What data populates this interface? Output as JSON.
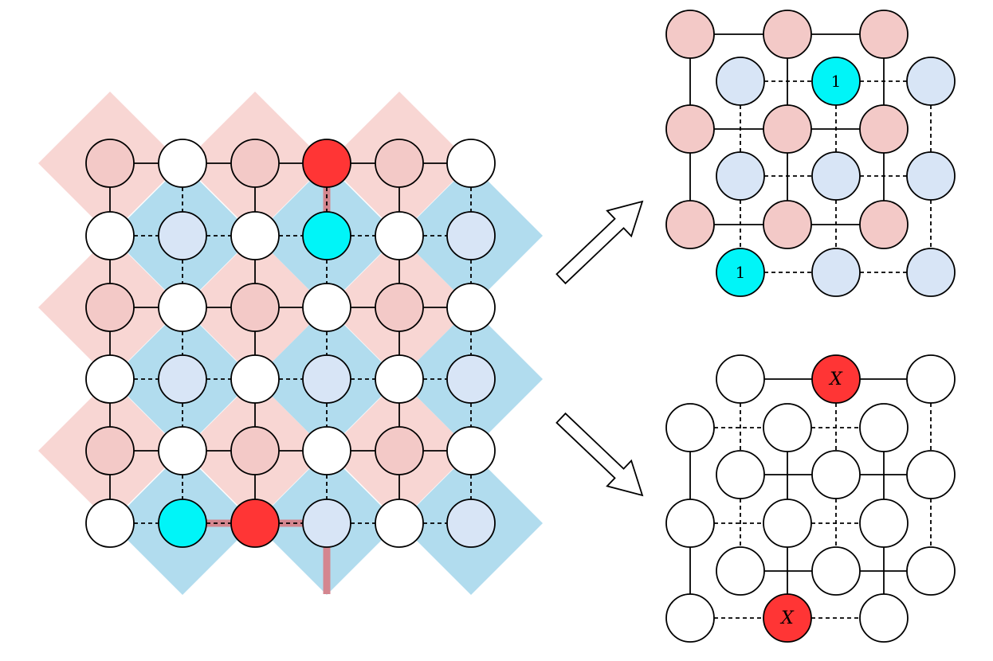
{
  "colors": {
    "plaquette_red": "#f8d6d3",
    "plaquette_blue": "#b1dcee",
    "node_red": "#f3c9c7",
    "node_blue": "#d8e5f6",
    "node_white": "#ffffff",
    "node_cyan": "#00f5f8",
    "node_error_red": "#ff3535",
    "error_path": "#d4868f",
    "stroke": "#000000",
    "arrow_fill": "#ffffff"
  },
  "main_lattice": {
    "rows": [
      [
        "red",
        "white",
        "red",
        "error_red",
        "red",
        "white"
      ],
      [
        "white",
        "blue",
        "white",
        "cyan",
        "white",
        "blue"
      ],
      [
        "red",
        "white",
        "red",
        "white",
        "red",
        "white"
      ],
      [
        "white",
        "blue",
        "white",
        "blue",
        "white",
        "blue"
      ],
      [
        "red",
        "white",
        "red",
        "white",
        "red",
        "white"
      ],
      [
        "white",
        "cyan",
        "error_red",
        "blue",
        "white",
        "blue"
      ]
    ]
  },
  "top_right_lattice": {
    "red_rows": [
      [
        "red",
        "red",
        "red"
      ],
      [
        "red",
        "red",
        "red"
      ],
      [
        "red",
        "red",
        "red"
      ]
    ],
    "blue_rows": [
      [
        "blue",
        "cyan",
        "blue"
      ],
      [
        "blue",
        "blue",
        "blue"
      ],
      [
        "cyan",
        "blue",
        "blue"
      ]
    ],
    "syndrome_label": "1"
  },
  "bottom_right_lattice": {
    "rows": [
      [
        "white",
        "error_red",
        "white"
      ],
      [
        "white",
        "white",
        "white"
      ],
      [
        "white",
        "white",
        "white"
      ],
      [
        "white",
        "white",
        "white"
      ],
      [
        "white",
        "white",
        "white"
      ],
      [
        "white",
        "error_red",
        "white"
      ]
    ],
    "error_label": "X"
  }
}
